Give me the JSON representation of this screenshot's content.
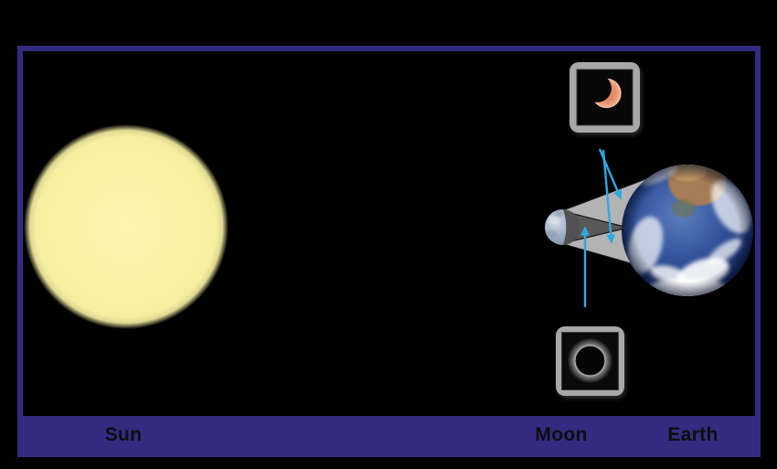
{
  "diagram": {
    "title": "solar-eclipse-geometry-diagram",
    "labels": {
      "sun": "Sun",
      "moon": "Moon",
      "earth": "Earth"
    },
    "colors": {
      "background": "#000000",
      "frame": "#342b80",
      "bar": "#342b80",
      "label_text": "#0d0d0d",
      "sun_fill": "#f8f0a0",
      "penumbra": "#b3b3b3",
      "umbra": "#595959",
      "cone_outline": "#141414",
      "arrow": "#2fa9e1",
      "inset_frame": "#a8a8a8",
      "inset_bg": "#0a0a0a",
      "crescent": "#e68e6e",
      "corona": "#ffffff"
    },
    "insets": {
      "partial": {
        "icon": "partial-eclipse-photo"
      },
      "total": {
        "icon": "total-eclipse-photo"
      }
    },
    "arrows": {
      "upper_penumbra": "partial-eclipse-to-penumbra",
      "lower_penumbra": "partial-eclipse-to-penumbra",
      "umbra": "total-eclipse-to-umbra"
    }
  }
}
